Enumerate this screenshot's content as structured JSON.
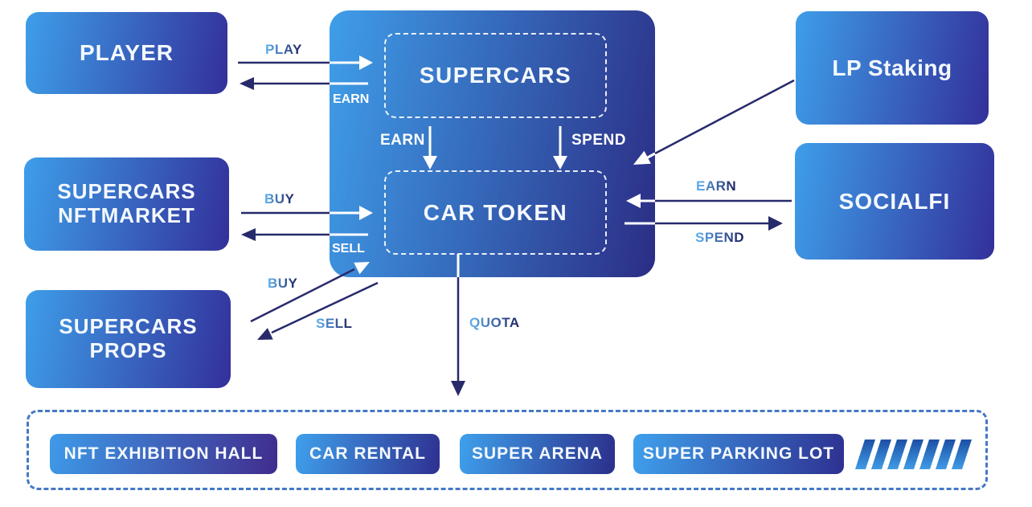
{
  "diagram": {
    "boxes": {
      "player": "PLAYER",
      "nftmarket_line1": "SUPERCARS",
      "nftmarket_line2": "NFTMARKET",
      "props_line1": "SUPERCARS",
      "props_line2": "PROPS",
      "supercars": "SUPERCARS",
      "car_token": "CAR TOKEN",
      "lp_staking": "LP Staking",
      "socialfi": "SOCIALFI"
    },
    "labels": {
      "play": "PLAY",
      "earn_player": "EARN",
      "buy_market": "BUY",
      "sell_market": "SELL",
      "buy_props": "BUY",
      "sell_props": "SELL",
      "earn_token": "EARN",
      "spend_token": "SPEND",
      "earn_socialfi": "EARN",
      "spend_socialfi": "SPEND",
      "quota": "QUOTA"
    },
    "bottom_row": {
      "items": [
        "NFT EXHIBITION HALL",
        "CAR RENTAL",
        "SUPER ARENA",
        "SUPER PARKING LOT"
      ],
      "slash_count": 7
    },
    "colors": {
      "box_gradient_start": "#3e9ee9",
      "box_gradient_end": "#33309a",
      "center_gradient_end": "#2b2d85",
      "arrow_navy": "#272a6b",
      "label_gradient_start": "#5cabe9",
      "label_gradient_end": "#1f2566",
      "dashed_border": "#4479c5"
    }
  }
}
